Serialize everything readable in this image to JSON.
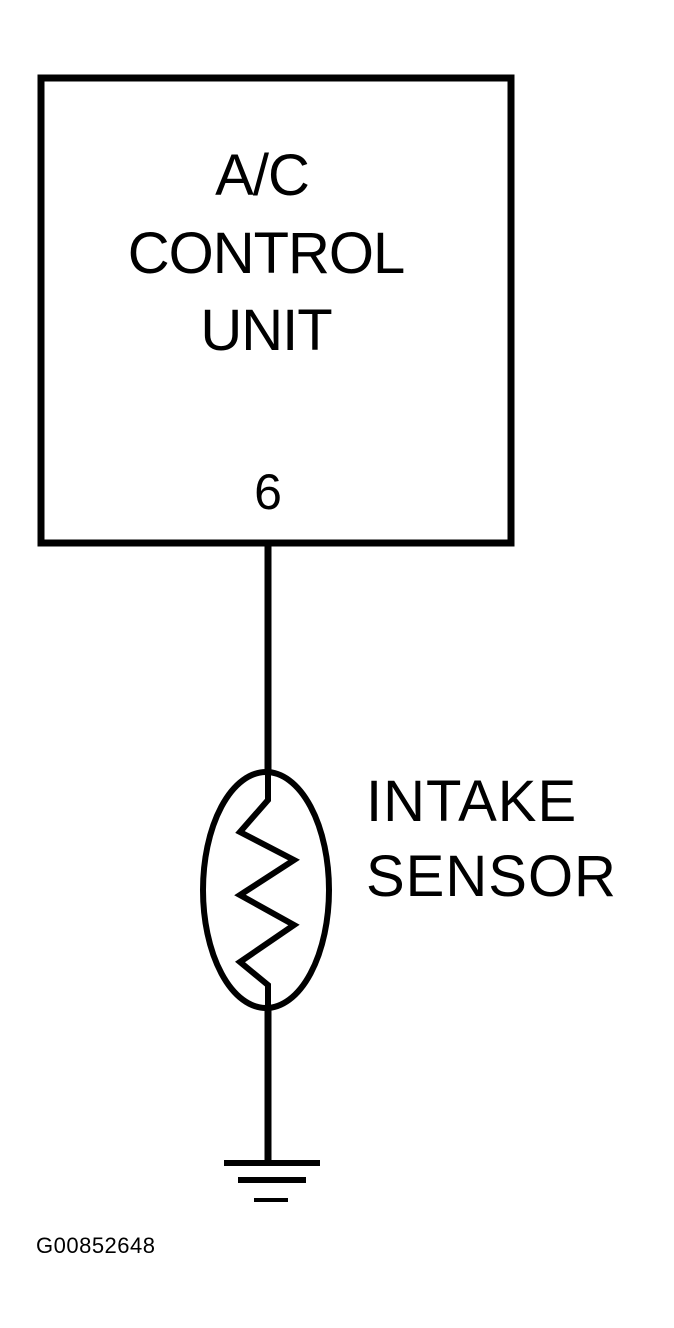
{
  "control_unit": {
    "line1": "A/C",
    "line2": "CONTROL",
    "line3": "UNIT",
    "pin": "6"
  },
  "sensor": {
    "line1": "INTAKE",
    "line2": "SENSOR"
  },
  "figure_id": "G00852648"
}
